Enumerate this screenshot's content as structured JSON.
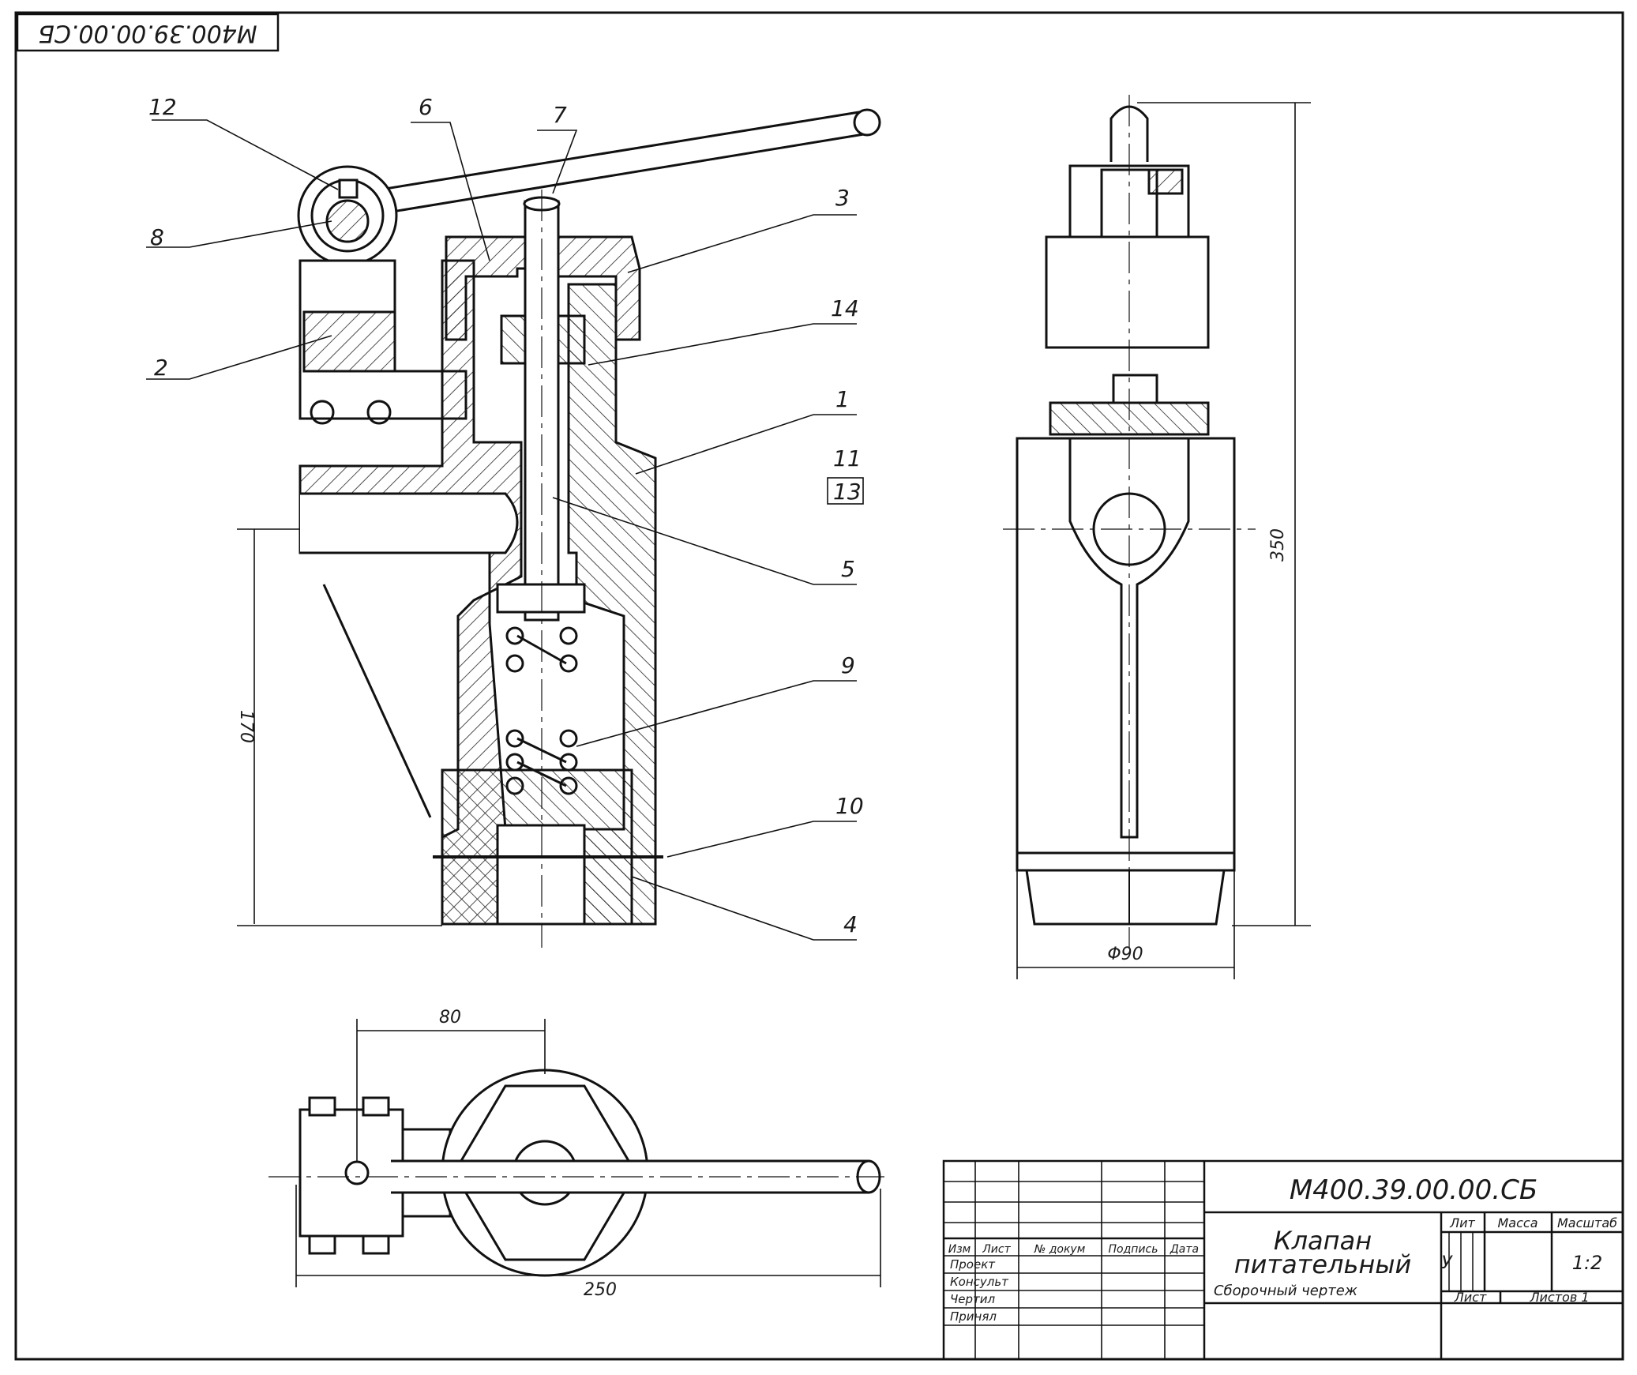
{
  "stamp_code": "М400.39.00.00.СБ",
  "positions": {
    "p1": "1",
    "p2": "2",
    "p3": "3",
    "p4": "4",
    "p5": "5",
    "p6": "6",
    "p7": "7",
    "p8": "8",
    "p9": "9",
    "p10": "10",
    "p11": "11",
    "p12": "12",
    "p13": "13",
    "p14": "14"
  },
  "dimensions": {
    "height_170": "170",
    "height_350": "350",
    "diameter_90": "Φ90",
    "width_80": "80",
    "length_250": "250"
  },
  "title_block": {
    "code": "М400.39.00.00.СБ",
    "name_line1": "Клапан",
    "name_line2": "питательный",
    "doc_type": "Сборочный чертеж",
    "col_izm": "Изм",
    "col_list": "Лист",
    "col_doc": "№ докум",
    "col_sign": "Подпись",
    "col_date": "Дата",
    "row_proekt": "Проект",
    "row_konsult": "Консульт",
    "row_chertil": "Чертил",
    "row_prinyal": "Принял",
    "lit_label": "Лит",
    "mass_label": "Масса",
    "scale_label": "Масштаб",
    "lit_value": "У",
    "scale_value": "1:2",
    "sheet_label": "Лист",
    "sheets_label": "Листов 1"
  }
}
